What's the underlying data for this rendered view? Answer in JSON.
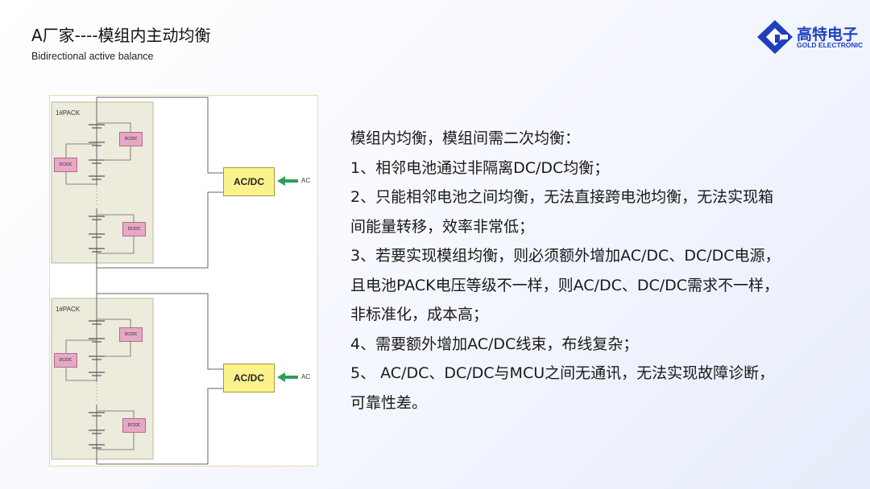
{
  "header": {
    "title": "A厂家----模组内主动均衡",
    "subtitle": "Bidirectional active balance"
  },
  "logo": {
    "name_cn": "高特电子",
    "name_en": "GOLD ELECTRONIC",
    "color": "#1f3fbf"
  },
  "diagram": {
    "packs": [
      {
        "label": "1#PACK",
        "dcdc_labels": [
          "DC/DC",
          "DC/DC",
          "DC/DC"
        ],
        "converter_label": "AC/DC",
        "input_label": "AC"
      },
      {
        "label": "1#PACK",
        "dcdc_labels": [
          "DC/DC",
          "DC/DC",
          "DC/DC"
        ],
        "converter_label": "AC/DC",
        "input_label": "AC"
      }
    ],
    "colors": {
      "dcdc_fill": "#e7a8c6",
      "acdc_fill": "#fbf28c",
      "arrow": "#2f9e57",
      "pack_fill": "#ecebdc"
    }
  },
  "content": {
    "lines": [
      "模组内均衡，模组间需二次均衡：",
      "1、相邻电池通过非隔离DC/DC均衡；",
      "2、只能相邻电池之间均衡，无法直接跨电池均衡，无法实现箱",
      "间能量转移，效率非常低；",
      "3、若要实现模组均衡，则必须额外增加AC/DC、DC/DC电源，",
      "且电池PACK电压等级不一样，则AC/DC、DC/DC需求不一样，",
      "非标准化，成本高；",
      "4、需要额外增加AC/DC线束，布线复杂；",
      "5、 AC/DC、DC/DC与MCU之间无通讯，无法实现故障诊断，",
      "可靠性差。"
    ]
  }
}
